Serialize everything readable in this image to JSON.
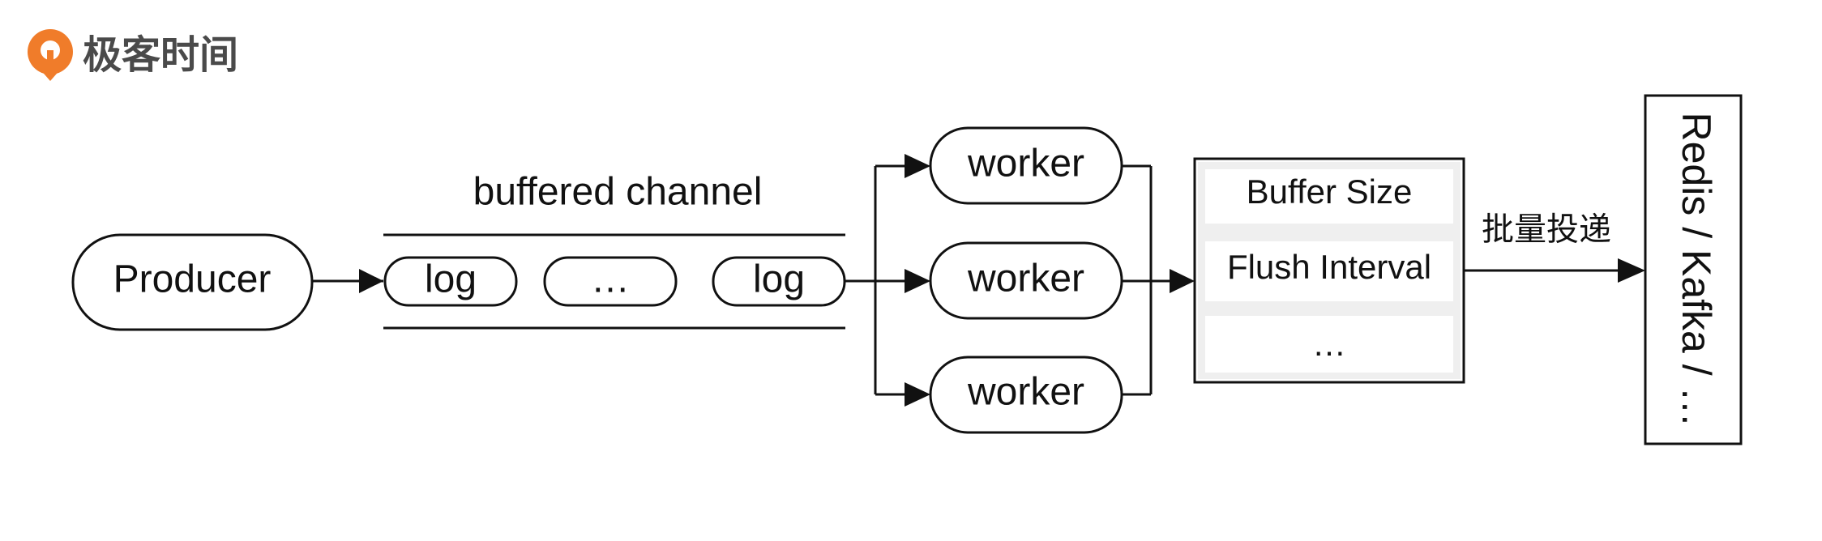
{
  "logo": {
    "text": "极客时间",
    "colors": {
      "mark": "#f07c2a",
      "text": "#4a4a4a"
    }
  },
  "colors": {
    "stroke": "#111111",
    "panel_band": "#efefef",
    "background": "#ffffff"
  },
  "nodes": {
    "producer": "Producer",
    "channel_title": "buffered channel",
    "channel_items": [
      "log",
      "…",
      "log"
    ],
    "workers": [
      "worker",
      "worker",
      "worker"
    ],
    "config_items": [
      "Buffer Size",
      "Flush Interval",
      "…"
    ],
    "edge_label": "批量投递",
    "sink": "Redis / Kafka / …"
  }
}
